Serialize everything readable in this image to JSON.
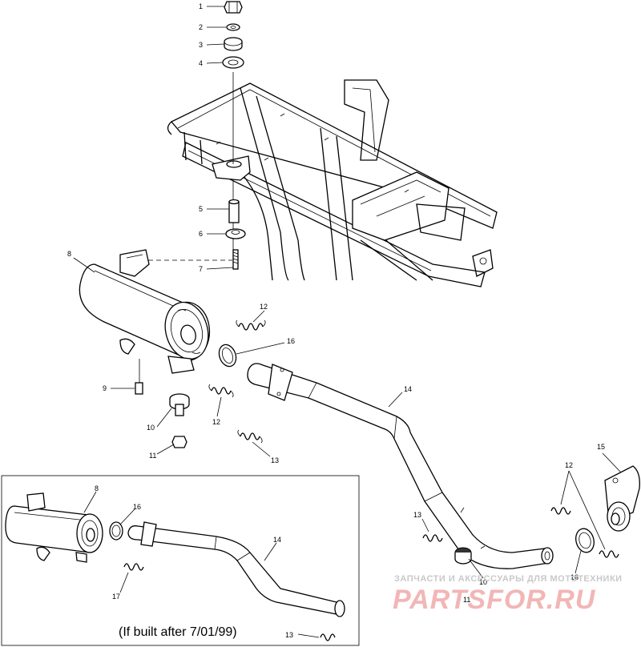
{
  "callouts": {
    "c1": "1",
    "c2": "2",
    "c3": "3",
    "c4": "4",
    "c5": "5",
    "c6": "6",
    "c7": "7",
    "c8": "8",
    "c9": "9",
    "c10": "10",
    "c11": "11",
    "c12": "12",
    "c13": "13",
    "c14": "14",
    "c15": "15",
    "c16": "16",
    "c17": "17"
  },
  "inset": {
    "caption": "(If built after 7/01/99)",
    "c8": "8",
    "c16": "16",
    "c17": "17",
    "c14": "14",
    "c13": "13"
  },
  "watermark": {
    "top": "ЗАПЧАСТИ И АКСЕССУАРЫ ДЛЯ МОТОТЕХНИКИ",
    "brand": "PARTSFOR.RU"
  }
}
